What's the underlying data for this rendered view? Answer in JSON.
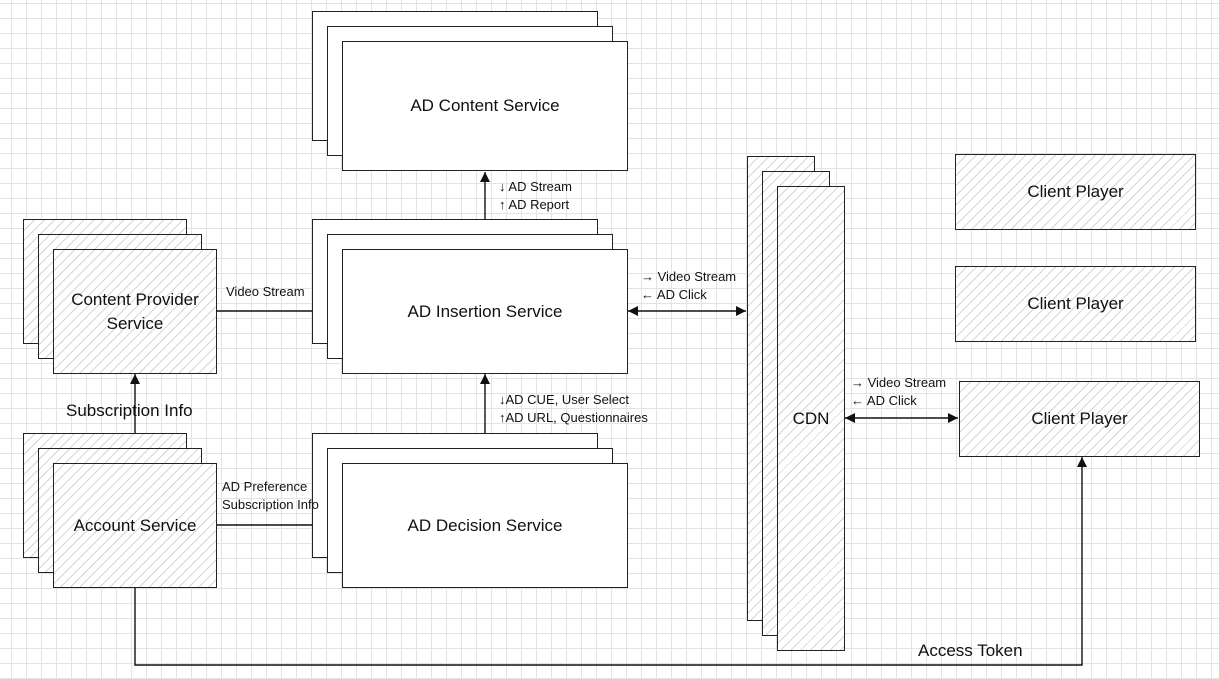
{
  "nodes": {
    "ad_content_service": "AD Content Service",
    "ad_insertion_service": "AD Insertion Service",
    "ad_decision_service": "AD Decision Service",
    "content_provider_service": "Content Provider\nService",
    "account_service": "Account Service",
    "cdn": "CDN",
    "client_player_1": "Client Player",
    "client_player_2": "Client Player",
    "client_player_3": "Client Player"
  },
  "edges": {
    "content_insertion_down": "↓ AD Stream",
    "content_insertion_up": "↑ AD Report",
    "provider_to_insertion": "Video Stream",
    "insertion_cdn_out": "→ Video Stream",
    "insertion_cdn_in": "← AD Click",
    "decision_insertion_down": "↓AD CUE, User Select",
    "decision_insertion_up": "↑AD URL, Questionnaires",
    "account_to_provider": "Subscription Info",
    "account_to_decision_1": "AD Preference",
    "account_to_decision_2": "Subscription Info",
    "cdn_client_out": "→ Video Stream",
    "cdn_client_in": "← AD Click",
    "account_to_client": "Access Token"
  }
}
